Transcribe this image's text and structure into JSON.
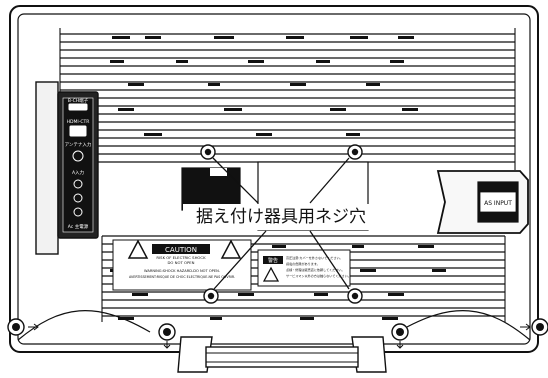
{
  "callout": {
    "label": "据え付け器具用ネジ穴"
  },
  "panel_labels": {
    "input_b": "B-CH端子",
    "hdmi": "HDMI-CTR",
    "antenna": "アンテナ入力",
    "ac": "A入力",
    "ac_main": "Ac 主電源",
    "right_input": "AS INPUT"
  },
  "caution_label": {
    "title": "CAUTION",
    "line1": "RISK OF ELECTRIC SHOCK",
    "line2": "DO NOT OPEN",
    "line3": "WARNING:SHOCK HAZARD-DO NOT OPEN.",
    "line4": "AVERTISSEMENT:RISQUE DE CHOC ELECTRIQUE-NE PAS OUVRIR."
  },
  "warning_label": {
    "title": "警告",
    "line1": "高圧注意:カバーを外さないでください。",
    "line2": "感電の危険があります。",
    "line3": "点検・修理は販売店に依頼してください。",
    "line4": "サービスマン以外の方は触らないでください。"
  }
}
